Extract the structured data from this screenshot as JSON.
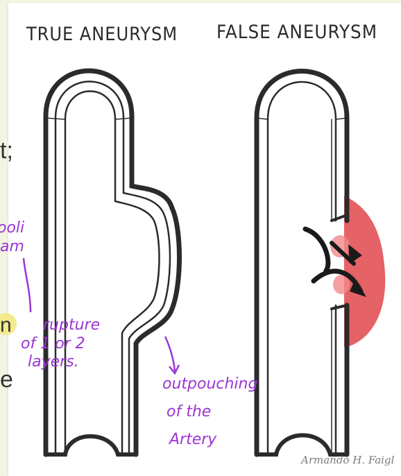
{
  "titles": {
    "true_aneurysm": "TRUE ANEURYSM",
    "false_aneurysm": "FALSE ANEURYSM"
  },
  "annotations": {
    "rupture_line1": "rupture",
    "rupture_line2": "of 1 or 2",
    "rupture_line3": "layers.",
    "outpouching_line1": "outpouching",
    "outpouching_line2": "of the",
    "outpouching_line3": "Artery",
    "top_left_line1": "ooli",
    "top_left_line2": "am"
  },
  "slide_fragments": {
    "semicolon": "t;",
    "letter_n": "n",
    "letter_e": "e"
  },
  "signature": "Armando H. Faigl",
  "colors": {
    "annotation": "#9b35d6",
    "blood": "#e0474c",
    "highlight": "#f3ea8e",
    "ink": "#2b2b2b"
  }
}
